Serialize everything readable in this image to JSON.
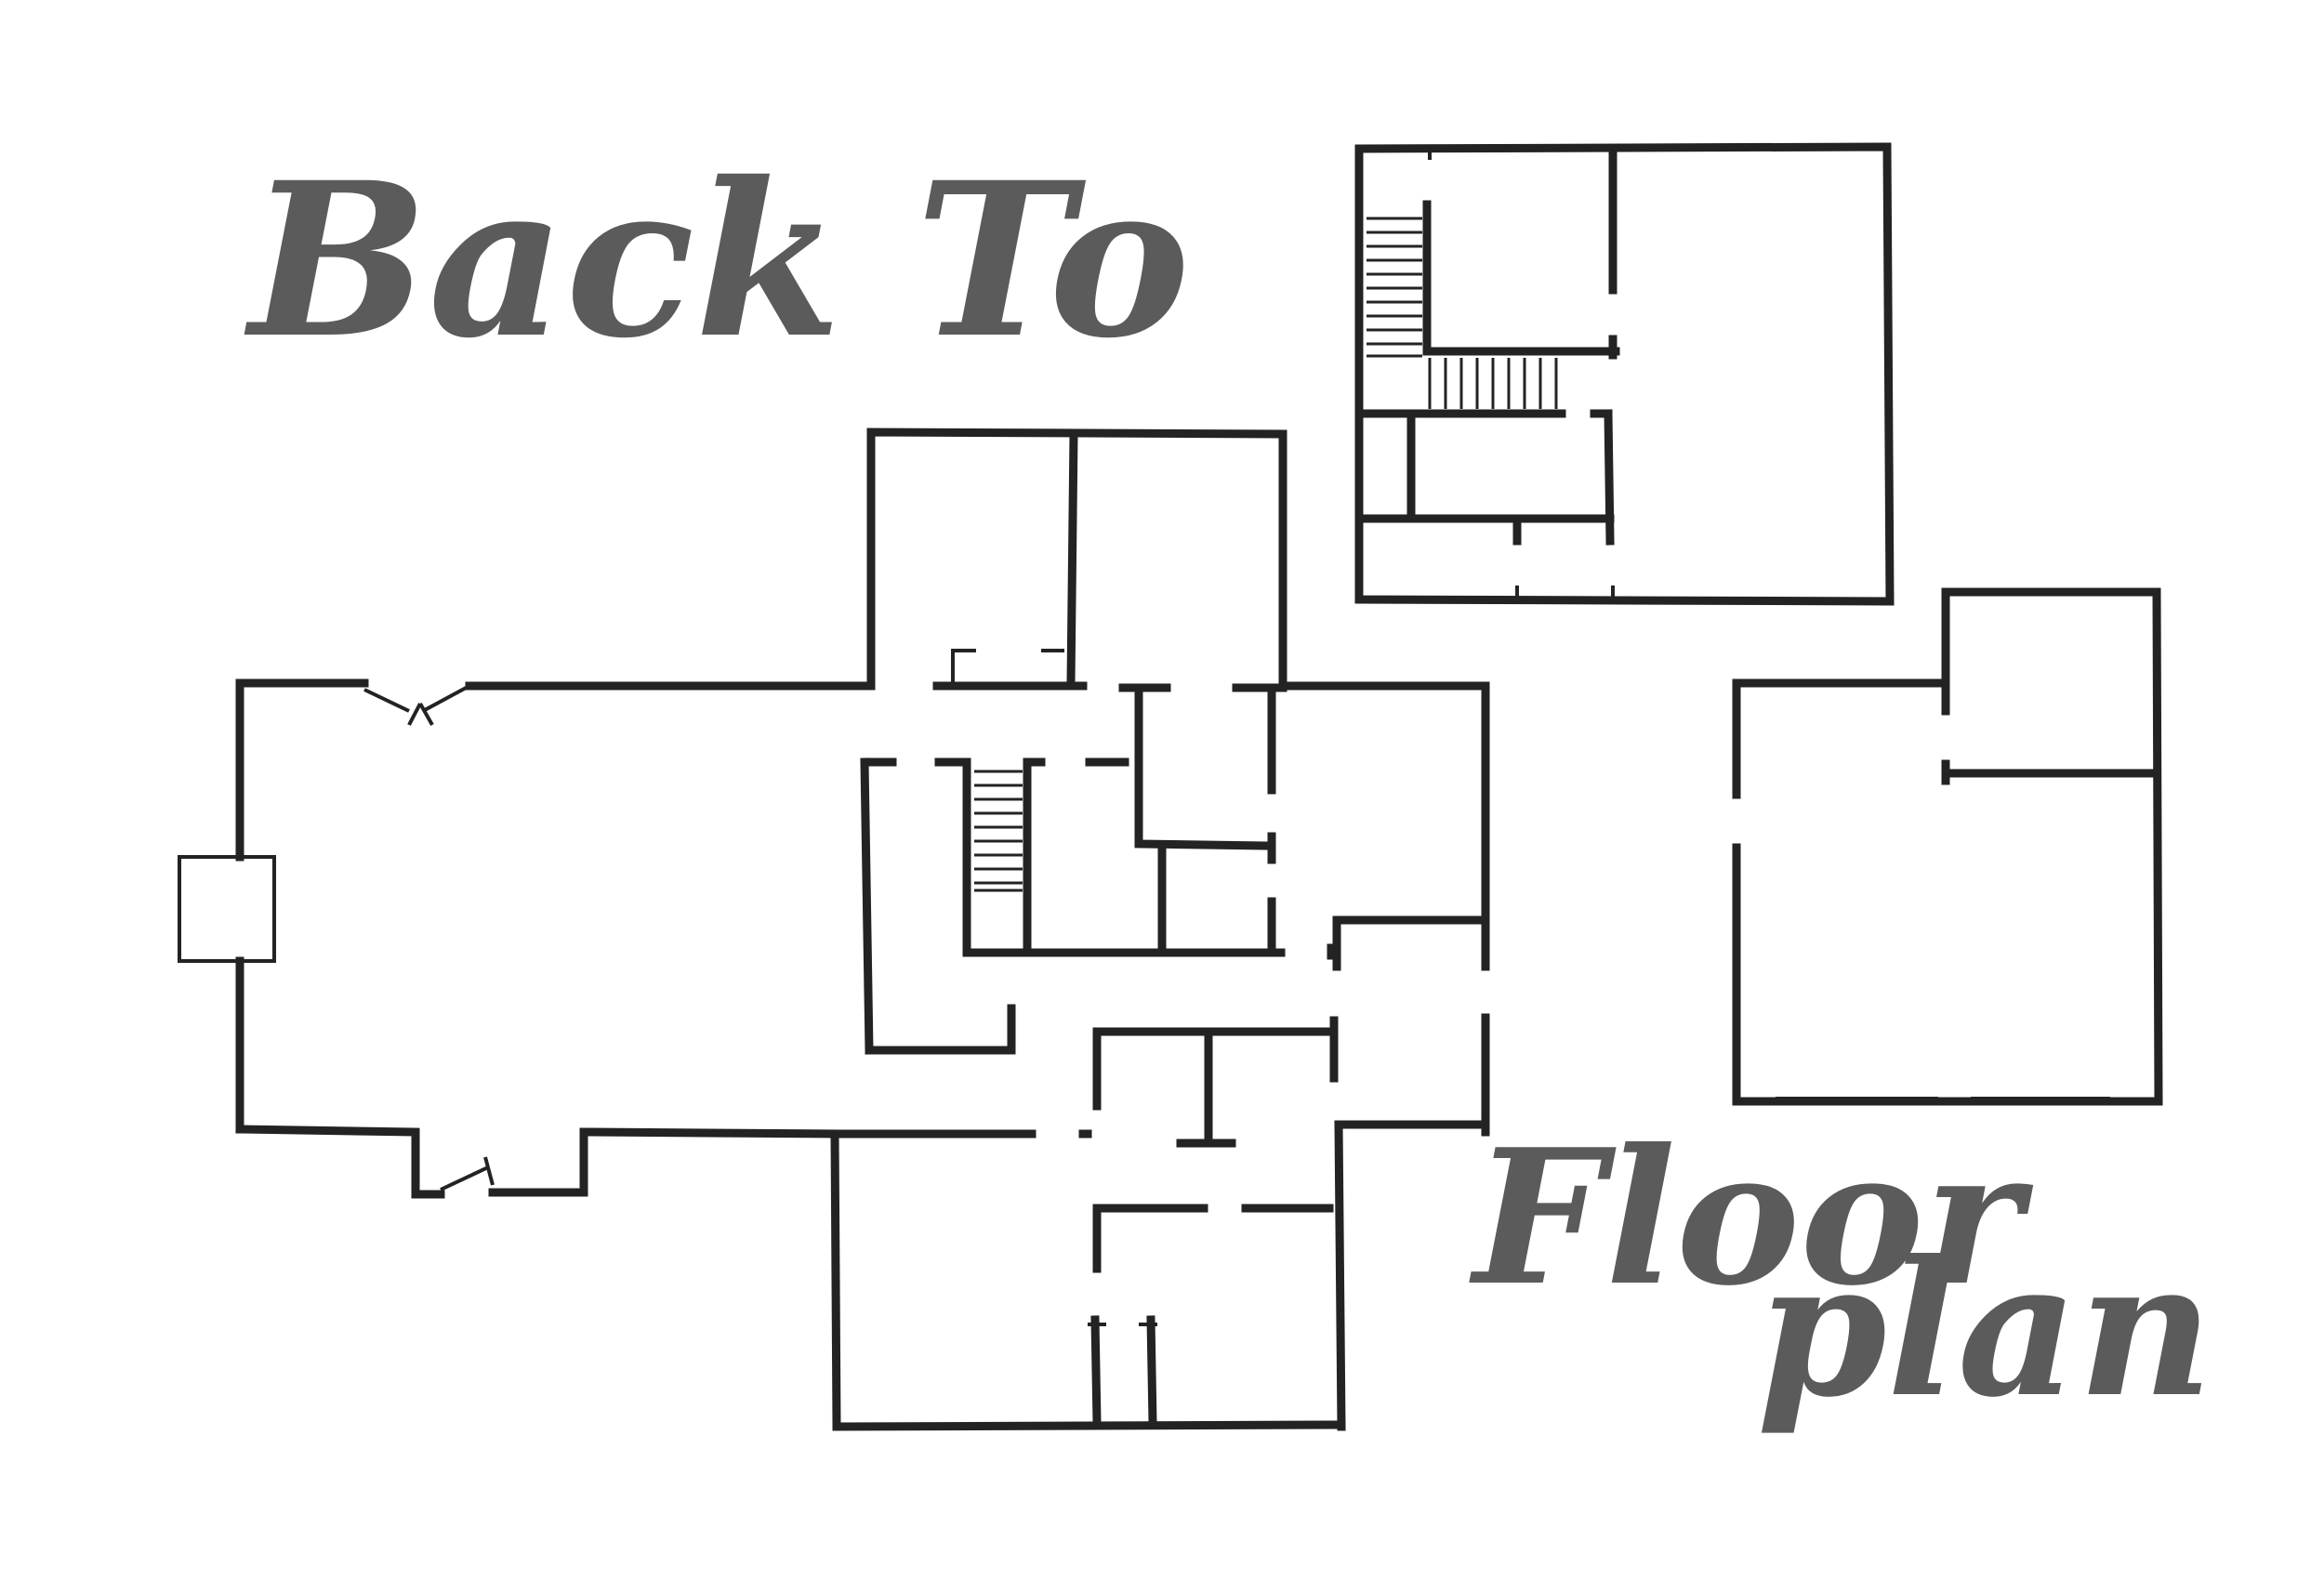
{
  "header": {
    "back_label": "Back To",
    "floor_label": "Floor",
    "plan_label": "plan"
  },
  "colors": {
    "text": "#5b5b5b",
    "walls": "#232323",
    "background": "#ffffff"
  }
}
